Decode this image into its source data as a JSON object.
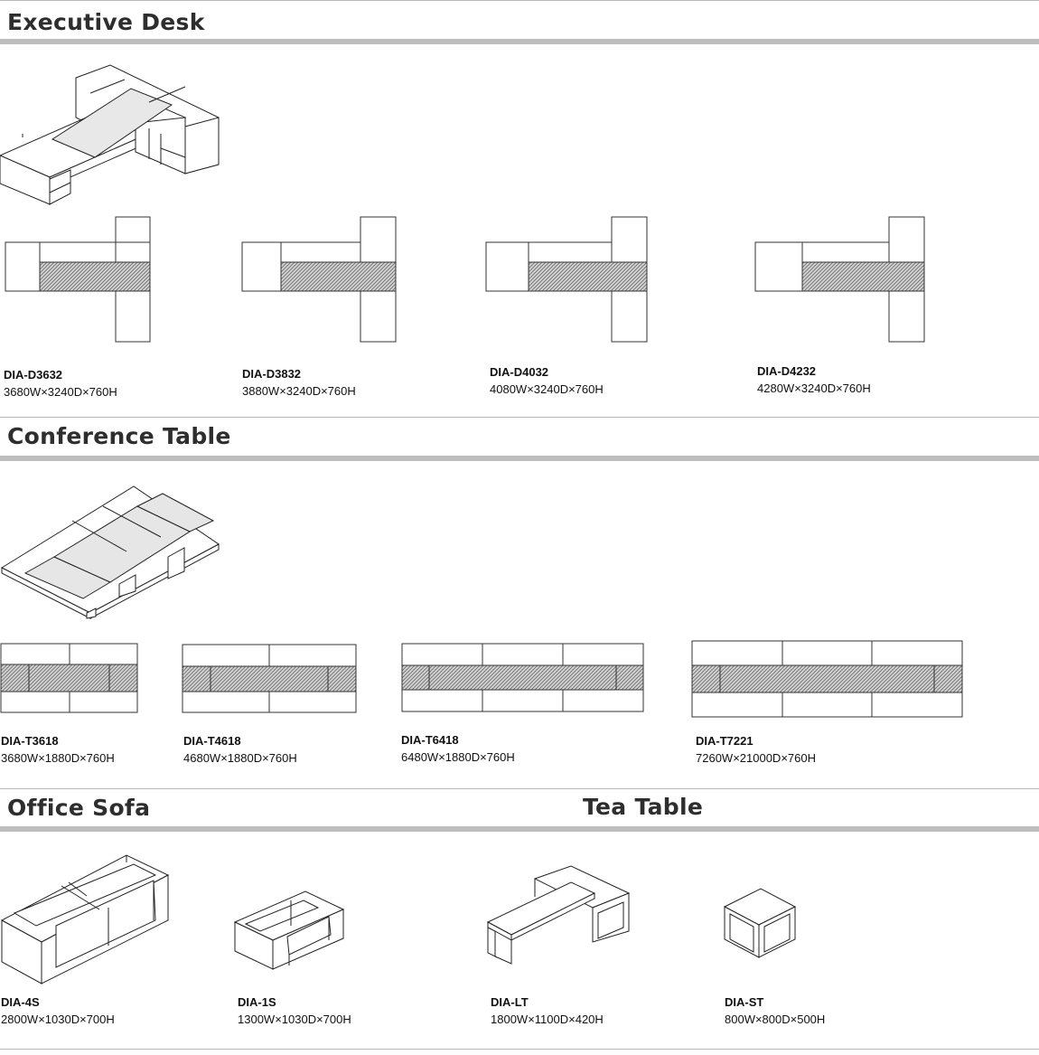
{
  "sections": {
    "executive_desk": "Executive Desk",
    "conference_table": "Conference Table",
    "office_sofa": "Office Sofa",
    "tea_table": "Tea Table"
  },
  "desks": [
    {
      "code": "DIA-D3632",
      "dims": "3680W×3240D×760H"
    },
    {
      "code": "DIA-D3832",
      "dims": "3880W×3240D×760H"
    },
    {
      "code": "DIA-D4032",
      "dims": "4080W×3240D×760H"
    },
    {
      "code": "DIA-D4232",
      "dims": "4280W×3240D×760H"
    }
  ],
  "tables": [
    {
      "code": "DIA-T3618",
      "dims": "3680W×1880D×760H"
    },
    {
      "code": "DIA-T4618",
      "dims": "4680W×1880D×760H"
    },
    {
      "code": "DIA-T6418",
      "dims": "6480W×1880D×760H"
    },
    {
      "code": "DIA-T7221",
      "dims": "7260W×21000D×760H"
    }
  ],
  "sofas": [
    {
      "code": "DIA-4S",
      "dims": "2800W×1030D×700H"
    },
    {
      "code": "DIA-1S",
      "dims": "1300W×1030D×700H"
    }
  ],
  "tea_tables": [
    {
      "code": "DIA-LT",
      "dims": "1800W×1100D×420H"
    },
    {
      "code": "DIA-ST",
      "dims": "800W×800D×500H"
    }
  ],
  "colors": {
    "rule": "#bdbdbd",
    "title": "#2e2e2e",
    "panel": "#e6e6e6",
    "hatch": "#8a8a8a"
  }
}
